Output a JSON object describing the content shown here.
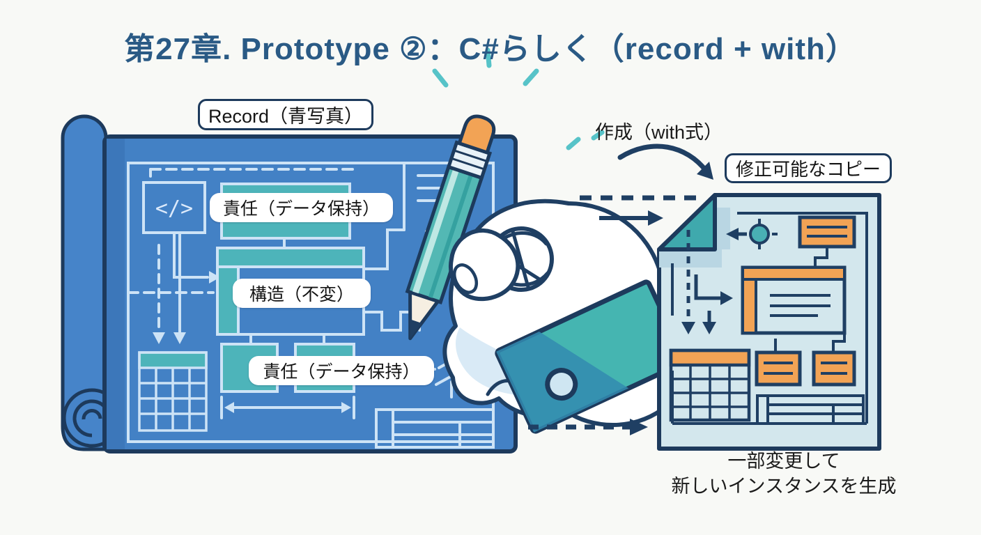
{
  "title": "第27章. Prototype ②：C#らしく（record + with）",
  "blueprint": {
    "tag": "Record（青写真）",
    "pill_top": "責任（データ保持）",
    "pill_mid": "構造（不変）",
    "pill_bottom": "責任（データ保持）",
    "code_glyph": "</>"
  },
  "arrow_label": "作成（with式）",
  "copy": {
    "tag": "修正可能なコピー",
    "caption_line1": "一部変更して",
    "caption_line2": "新しいインスタンスを生成"
  },
  "colors": {
    "background": "#f8f9f6",
    "title_text": "#2a5a85",
    "outline_navy": "#1d3a5c",
    "blueprint_fill": "#4381c5",
    "blueprint_line": "#cde3f6",
    "teal_accent": "#4db4ba",
    "copy_panel_fill": "#d3e7ed",
    "orange_accent": "#f2a355",
    "pencil_teal": "#53b8b4",
    "label_text": "#141414"
  }
}
